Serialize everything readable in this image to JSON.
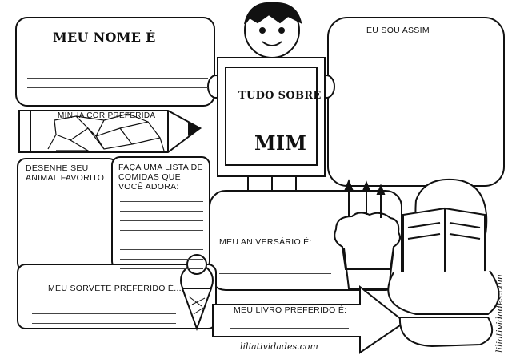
{
  "name_box": {
    "title": "MEU NOME É"
  },
  "self_box": {
    "title": "EU SOU ASSIM"
  },
  "color_box": {
    "title": "MINHA COR PREFERIDA"
  },
  "center_sign": {
    "line1": "TUDO SOBRE",
    "line2": "MIM"
  },
  "animal_box": {
    "title": "DESENHE SEU ANIMAL FAVORITO"
  },
  "food_box": {
    "title": "FAÇA UMA LISTA DE COMIDAS QUE VOCÊ ADORA:"
  },
  "birthday_box": {
    "title": "MEU ANIVERSÁRIO É:"
  },
  "icecream_box": {
    "title": "MEU SORVETE PREFERIDO É..."
  },
  "book_box": {
    "title": "MEU LIVRO PREFERIDO É:"
  },
  "watermark": {
    "bottom": "liliatividades.com",
    "side": "liliatividades.com"
  },
  "colors": {
    "ink": "#111111",
    "paper": "#ffffff"
  }
}
